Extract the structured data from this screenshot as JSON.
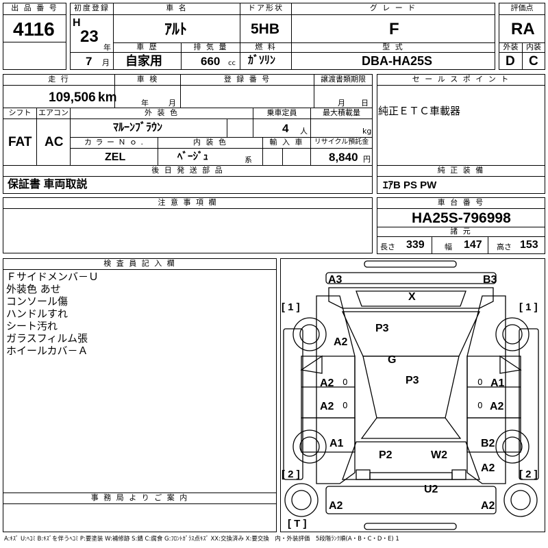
{
  "header": {
    "lot_label": "出 品 番 号",
    "lot": "4116",
    "reg_label": "初度登録",
    "era": "H",
    "year": "23",
    "year_unit": "年",
    "month": "7",
    "month_unit": "月",
    "name_label": "車 名",
    "name": "ｱﾙﾄ",
    "door_label": "ドア形状",
    "door": "5HB",
    "grade_label": "グ レ ー ド",
    "grade": "F",
    "score_label": "評価点",
    "score": "RA",
    "history_label": "車 歴",
    "history": "自家用",
    "disp_label": "排 気 量",
    "disp": "660",
    "disp_unit": "cc",
    "fuel_label": "燃 料",
    "fuel": "ｶﾞｿﾘﾝ",
    "model_label": "型 式",
    "model": "DBA-HA25S",
    "ext_label": "外装",
    "ext": "D",
    "int_label": "内装",
    "int": "C"
  },
  "row2": {
    "mileage_label": "走 行",
    "mileage": "109,506",
    "mileage_unit": "km",
    "inspection_label": "車 検",
    "insp_year_unit": "年",
    "insp_month_unit": "月",
    "plate_label": "登 録 番 号",
    "transfer_label": "譲渡書類期限",
    "transfer_month_unit": "月",
    "transfer_day_unit": "日",
    "shift_label": "シフト",
    "shift": "FAT",
    "ac_label": "エアコン",
    "ac": "AC",
    "color_label": "外 装 色",
    "color": "ﾏﾙｰﾝﾌﾞﾗｳﾝ",
    "capacity_label": "乗車定員",
    "capacity": "4",
    "capacity_unit": "人",
    "maxload_label": "最大積載量",
    "maxload_unit": "kg",
    "colorno_label": "カ ラ ー Ｎ ｏ .",
    "colorno": "ZEL",
    "interior_label": "内 装 色",
    "interior": "ﾍﾞｰｼﾞｭ",
    "interior_unit": "系",
    "import_label": "輸 入 車",
    "recycle_label": "リサイクル預託金",
    "recycle": "8,840",
    "recycle_unit": "円"
  },
  "sales": {
    "label": "セ ー ル ス ポ イ ン ト",
    "text": "純正ＥＴＣ車載器"
  },
  "later": {
    "label": "後 日 発 送 部 品",
    "text": "保証書 車両取説"
  },
  "equip": {
    "label": "純 正 装 備",
    "text": "ｴｱB PS PW"
  },
  "notes": {
    "label": "注 意 事 項 欄"
  },
  "chassis": {
    "label": "車 台 番 号",
    "number": "HA25S-796998",
    "dims_label": "諸 元",
    "len_label": "長さ",
    "len": "339",
    "wid_label": "幅",
    "wid": "147",
    "hgt_label": "高さ",
    "hgt": "153"
  },
  "inspector": {
    "label": "検 査 員 記 入 欄",
    "lines": [
      "Ｆサイドメンバ－Ｕ",
      "外装色 あせ",
      "コンソール傷",
      "ハンドルすれ",
      "シート汚れ",
      "ガラスフィルム張",
      "ホイールカバ－Ａ"
    ]
  },
  "office": {
    "label": "事 務 局 よ り ご 案 内"
  },
  "diagram": {
    "marks": [
      "A3",
      "B3",
      "X",
      "P3",
      "A2",
      "G",
      "P3",
      "A2",
      "A1",
      "A2",
      "A2",
      "A1",
      "B2",
      "P2",
      "W2",
      "A2",
      "U2",
      "A2",
      "A2"
    ],
    "small_marks": [
      "0",
      "0",
      "0",
      "0"
    ],
    "tags": [
      "[ 1 ]",
      "[ 1 ]",
      "[ 2 ]",
      "[ 2 ]",
      "[ T ]"
    ]
  },
  "legend": "A:ｷｽﾞ U:ﾍｺﾐ B:ｷｽﾞを伴うﾍｺﾐ P:要塗装 W:補修跡 S:錆 C:腐食 G:ﾌﾛﾝﾄｶﾞﾗｽ点ｷｽﾞ XX:交換済み X:要交換　内・外装評価　5段階ﾗﾝｸ順(A・B・C・D・E) 1"
}
